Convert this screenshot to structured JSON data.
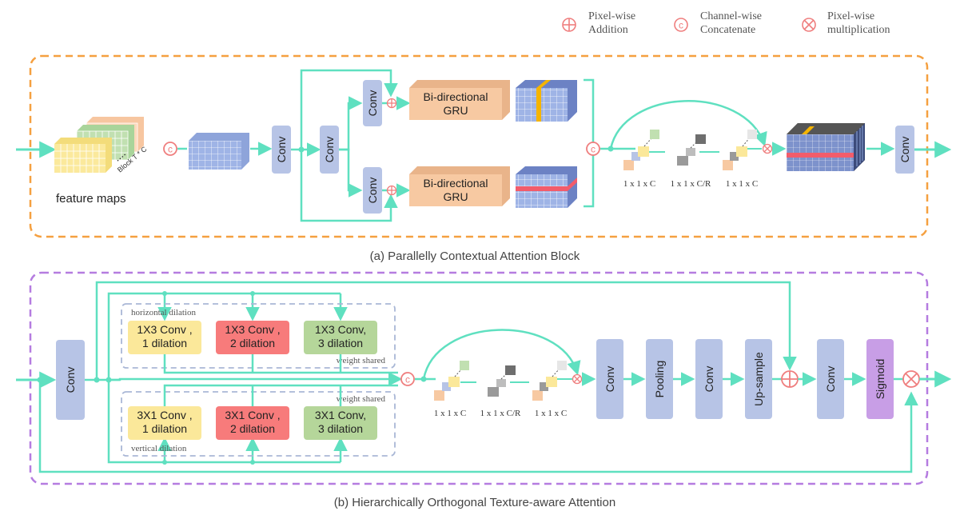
{
  "legend": {
    "addition": "Pixel-wise\nAddition",
    "concatenate": "Channel-wise\nConcatenate",
    "multiplication": "Pixel-wise\nmultiplication",
    "concat_symbol": "c"
  },
  "panel_a": {
    "caption": "(a)  Parallelly Contextual Attention Block",
    "feature_maps": "feature maps",
    "block_label": "Block T * C",
    "ellipsis": "• • • •",
    "conv": "Conv",
    "gru": "Bi-directional\nGRU",
    "se_dims": [
      "1 x 1 x C",
      "1 x 1 x C/R",
      "1 x 1 x C"
    ]
  },
  "panel_b": {
    "caption": "(b)  Hierarchically Orthogonal Texture-aware Attention",
    "conv": "Conv",
    "horizontal_dilation": "horizontal dilation",
    "vertical_dilation": "vertical dilation",
    "weight_shared": "weight shared",
    "row1": [
      "1X3 Conv ,\n1 dilation",
      "1X3 Conv ,\n2 dilation",
      "1X3 Conv,\n3 dilation"
    ],
    "row2": [
      "3X1 Conv ,\n1 dilation",
      "3X1 Conv ,\n2 dilation",
      "3X1 Conv,\n3 dilation"
    ],
    "se_dims": [
      "1 x 1 x C",
      "1 x 1 x C/R",
      "1 x 1 x C"
    ],
    "pooling": "Pooling",
    "upsample": "Up-sample",
    "sigmoid": "Sigmoid"
  },
  "colors": {
    "arrow": "#5fe0c0",
    "panel_a_border": "#f5a040",
    "panel_b_border": "#b57ce0",
    "symbol": "#ef7e7e",
    "conv_fill": "#b7c4e6",
    "gru_fill": "#f7c9a2",
    "yellow_box": "#fbe89a",
    "red_box": "#f77b7b",
    "green_box": "#b5d69a",
    "sigmoid_fill": "#c89ee6"
  }
}
